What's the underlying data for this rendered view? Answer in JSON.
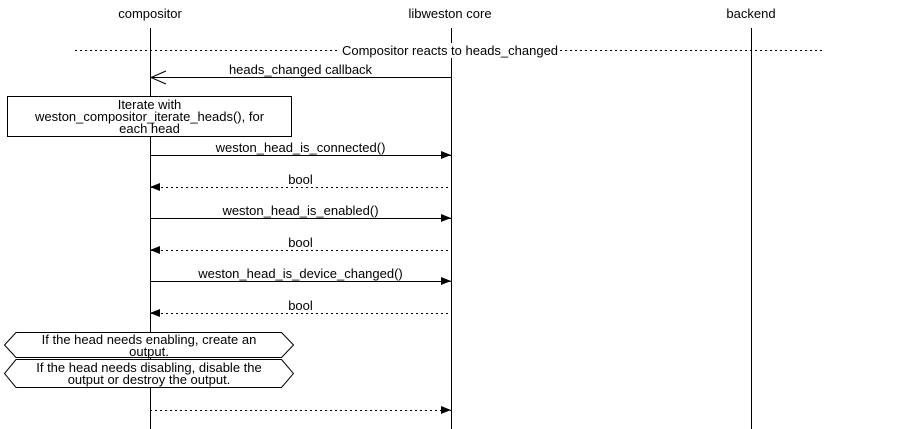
{
  "diagram": {
    "type": "sequence",
    "colors": {
      "line": "#000000",
      "background": "#ffffff"
    },
    "participants": [
      {
        "label": "compositor"
      },
      {
        "label": "libweston core"
      },
      {
        "label": "backend"
      }
    ],
    "divider": {
      "label": "Compositor reacts to heads_changed"
    },
    "callback": {
      "label": "heads_changed callback",
      "from": "libweston core",
      "to": "compositor",
      "style": "solid-open-arrow"
    },
    "note": {
      "line1": "Iterate with",
      "line2": "weston_compositor_iterate_heads(), for",
      "line3": "each head"
    },
    "messages": [
      {
        "label": "weston_head_is_connected()",
        "from": "compositor",
        "to": "libweston core",
        "style": "solid"
      },
      {
        "label": "bool",
        "from": "libweston core",
        "to": "compositor",
        "style": "dotted"
      },
      {
        "label": "weston_head_is_enabled()",
        "from": "compositor",
        "to": "libweston core",
        "style": "solid"
      },
      {
        "label": "bool",
        "from": "libweston core",
        "to": "compositor",
        "style": "dotted"
      },
      {
        "label": "weston_head_is_device_changed()",
        "from": "compositor",
        "to": "libweston core",
        "style": "solid"
      },
      {
        "label": "bool",
        "from": "libweston core",
        "to": "compositor",
        "style": "dotted"
      }
    ],
    "conditions": [
      {
        "line1": "If the head needs enabling, create an",
        "line2": "output."
      },
      {
        "line1": "If the head needs disabling, disable the",
        "line2": "output or destroy the output."
      }
    ],
    "final_message": {
      "label": "",
      "from": "compositor",
      "to": "libweston core",
      "style": "dotted"
    }
  }
}
